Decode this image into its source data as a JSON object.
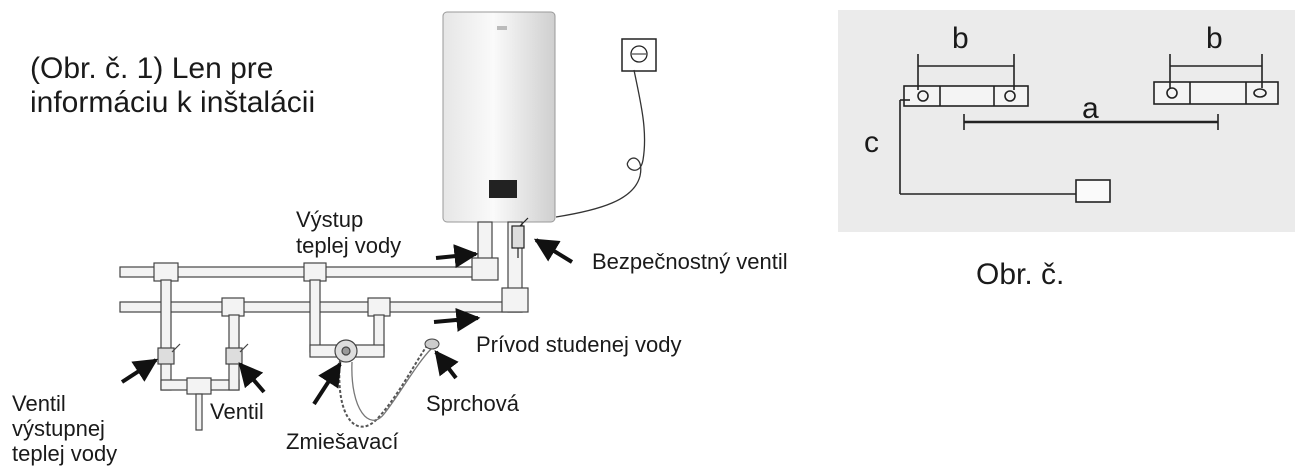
{
  "title": {
    "line1": "(Obr. č. 1) Len pre",
    "line2": "informáciu k inštalácii"
  },
  "labels": {
    "hot_outlet_1": "Výstup",
    "hot_outlet_2": "teplej vody",
    "safety_valve": "Bezpečnostný ventil",
    "cold_inlet": "Prívod studenej vody",
    "shower": "Sprchová",
    "mixing": "Zmiešavací",
    "valve": "Ventil",
    "hot_valve_1": "Ventil",
    "hot_valve_2": "výstupnej",
    "hot_valve_3": "teplej vody"
  },
  "dimensions": {
    "b_left": "b",
    "b_right": "b",
    "a": "a",
    "c": "c",
    "caption": "Obr. č."
  }
}
